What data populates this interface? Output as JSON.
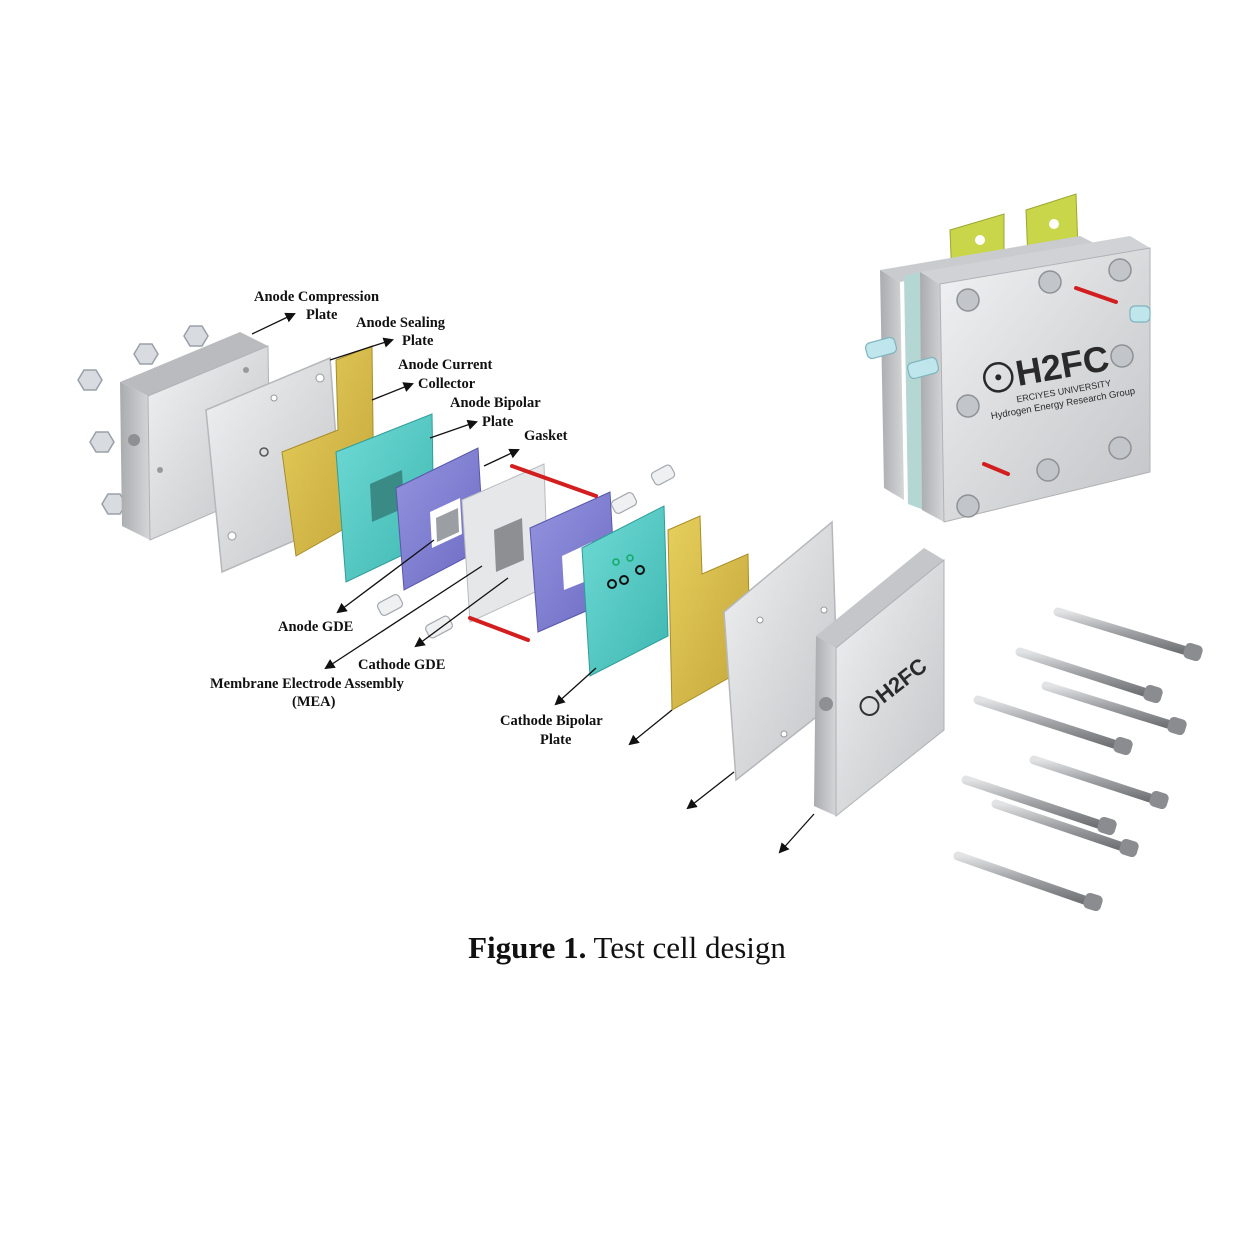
{
  "labels": {
    "anode_compression": [
      "Anode Compression",
      "Plate"
    ],
    "anode_sealing": [
      "Anode Sealing",
      "Plate"
    ],
    "anode_current": [
      "Anode Current",
      "Collector"
    ],
    "anode_bipolar": [
      "Anode Bipolar",
      "Plate"
    ],
    "gasket": "Gasket",
    "anode_gde": "Anode GDE",
    "cathode_gde": "Cathode GDE",
    "mea": [
      "Membrane Electrode Assembly",
      "(MEA)"
    ],
    "cathode_bipolar": [
      "Cathode Bipolar",
      "Plate"
    ]
  },
  "logo": {
    "brand": "H2FC",
    "university": "ERCIYES UNIVERSITY",
    "group": "Hydrogen Energy Research Group"
  },
  "caption": {
    "prefix": "Figure 1.",
    "text": "Test cell design"
  },
  "colors": {
    "aluminum": "#d9dadc",
    "gold_collector": "#d4b948",
    "teal_bipolar": "#4fc9c4",
    "purple_gde": "#7c7bd0",
    "gasket_grey": "#e2e2e2",
    "terminal_yellow": "#c9d64a",
    "red_rod": "#d21e1e"
  }
}
